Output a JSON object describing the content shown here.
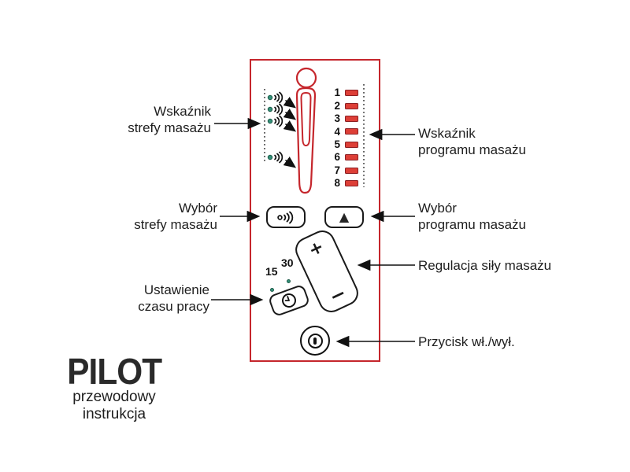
{
  "device": {
    "panel_border_color": "#c5262c",
    "zone_indicator": {
      "dot_color": "#35917a",
      "row_count": 4
    },
    "program_indicator": {
      "numbers": [
        "1",
        "2",
        "3",
        "4",
        "5",
        "6",
        "7",
        "8"
      ],
      "led_fill": "#dd3f37",
      "led_border": "#8c2023"
    },
    "controls": {
      "program_button_glyph": "▲",
      "intensity_plus": "+",
      "intensity_minus": "−",
      "timer_labels": {
        "min15": "15",
        "min30": "30"
      }
    }
  },
  "callouts": {
    "zone_indicator": {
      "lines": [
        "Wskaźnik",
        "strefy masażu"
      ]
    },
    "program_indicator": {
      "lines": [
        "Wskaźnik",
        "programu masażu"
      ]
    },
    "zone_select": {
      "lines": [
        "Wybór",
        "strefy masażu"
      ]
    },
    "program_select": {
      "lines": [
        "Wybór",
        "programu masażu"
      ]
    },
    "intensity": {
      "lines": [
        "Regulacja siły masażu"
      ]
    },
    "timer": {
      "lines": [
        "Ustawienie",
        "czasu pracy"
      ]
    },
    "power": {
      "lines": [
        "Przycisk wł./wył."
      ]
    }
  },
  "footer": {
    "title": "PILOT",
    "subtitle_line1": "przewodowy",
    "subtitle_line2": "instrukcja"
  }
}
